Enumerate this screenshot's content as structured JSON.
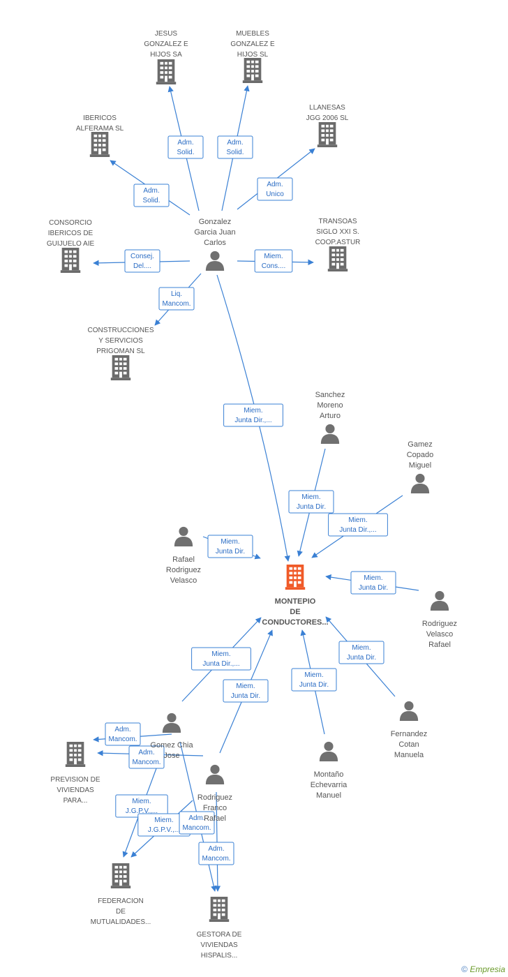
{
  "colors": {
    "edge": "#3a80d4",
    "company": "#6b6b6b",
    "company_main": "#f05a28",
    "person": "#707070",
    "label": "#555555"
  },
  "nodes": [
    {
      "id": "jesus",
      "type": "company",
      "lines": [
        "JESUS",
        "GONZALEZ E",
        "HIJOS SA"
      ]
    },
    {
      "id": "muebles",
      "type": "company",
      "lines": [
        "MUEBLES",
        "GONZALEZ E",
        "HIJOS SL"
      ]
    },
    {
      "id": "ibericos_alf",
      "type": "company",
      "lines": [
        "IBERICOS",
        "ALFERAMA SL"
      ]
    },
    {
      "id": "llanesas",
      "type": "company",
      "lines": [
        "LLANESAS",
        "JGG 2006 SL"
      ]
    },
    {
      "id": "consorcio",
      "type": "company",
      "lines": [
        "CONSORCIO",
        "IBERICOS DE",
        "GUIJUELO AIE"
      ]
    },
    {
      "id": "transoas",
      "type": "company",
      "lines": [
        "TRANSOAS",
        "SIGLO XXI S.",
        "COOP.ASTUR"
      ]
    },
    {
      "id": "gonzalez",
      "type": "person",
      "lines": [
        "Gonzalez",
        "Garcia Juan",
        "Carlos"
      ]
    },
    {
      "id": "construcciones",
      "type": "company",
      "lines": [
        "CONSTRUCCIONES",
        "Y SERVICIOS",
        "PRIGOMAN SL"
      ]
    },
    {
      "id": "sanchez",
      "type": "person",
      "lines": [
        "Sanchez",
        "Moreno",
        "Arturo"
      ]
    },
    {
      "id": "gamez",
      "type": "person",
      "lines": [
        "Gamez",
        "Copado",
        "Miguel"
      ]
    },
    {
      "id": "rafael_rv",
      "type": "person",
      "lines": [
        "Rafael",
        "Rodriguez",
        "Velasco"
      ]
    },
    {
      "id": "montepio",
      "type": "main",
      "lines": [
        "MONTEPIO",
        "DE",
        "CONDUCTORES..."
      ]
    },
    {
      "id": "rodriguez_vr",
      "type": "person",
      "lines": [
        "Rodriguez",
        "Velasco",
        "Rafael"
      ]
    },
    {
      "id": "fernandez",
      "type": "person",
      "lines": [
        "Fernandez",
        "Cotan",
        "Manuela"
      ]
    },
    {
      "id": "montano",
      "type": "person",
      "lines": [
        "Montaño",
        "Echevarria",
        "Manuel"
      ]
    },
    {
      "id": "gomez",
      "type": "person",
      "lines": [
        "Gomez Chia",
        "Jose"
      ]
    },
    {
      "id": "prevision",
      "type": "company",
      "lines": [
        "PREVISION DE",
        "VIVIENDAS",
        "PARA..."
      ]
    },
    {
      "id": "rodriguez_fr",
      "type": "person",
      "lines": [
        "Rodriguez",
        "Franco",
        "Rafael"
      ]
    },
    {
      "id": "federacion",
      "type": "company",
      "lines": [
        "FEDERACION",
        "DE",
        "MUTUALIDADES..."
      ]
    },
    {
      "id": "gestora",
      "type": "company",
      "lines": [
        "GESTORA DE",
        "VIVIENDAS",
        "HISPALIS..."
      ]
    }
  ],
  "relations": [
    {
      "id": "r1",
      "lines": [
        "Adm.",
        "Solid."
      ]
    },
    {
      "id": "r2",
      "lines": [
        "Adm.",
        "Solid."
      ]
    },
    {
      "id": "r3",
      "lines": [
        "Adm.",
        "Solid."
      ]
    },
    {
      "id": "r4",
      "lines": [
        "Adm.",
        "Unico"
      ]
    },
    {
      "id": "r5",
      "lines": [
        "Consej.",
        "Del...."
      ]
    },
    {
      "id": "r6",
      "lines": [
        "Miem.",
        "Cons...."
      ]
    },
    {
      "id": "r7",
      "lines": [
        "Liq.",
        "Mancom."
      ]
    },
    {
      "id": "r8",
      "lines": [
        "Miem.",
        "Junta Dir.,..."
      ]
    },
    {
      "id": "r9",
      "lines": [
        "Miem.",
        "Junta Dir."
      ]
    },
    {
      "id": "r10",
      "lines": [
        "Miem.",
        "Junta Dir.,..."
      ]
    },
    {
      "id": "r11",
      "lines": [
        "Miem.",
        "Junta Dir."
      ]
    },
    {
      "id": "r12",
      "lines": [
        "Miem.",
        "Junta Dir."
      ]
    },
    {
      "id": "r13",
      "lines": [
        "Miem.",
        "Junta Dir.,..."
      ]
    },
    {
      "id": "r14",
      "lines": [
        "Miem.",
        "Junta Dir."
      ]
    },
    {
      "id": "r15",
      "lines": [
        "Miem.",
        "Junta Dir."
      ]
    },
    {
      "id": "r16",
      "lines": [
        "Miem.",
        "Junta Dir."
      ]
    },
    {
      "id": "r17",
      "lines": [
        "Adm.",
        "Mancom."
      ]
    },
    {
      "id": "r18",
      "lines": [
        "Adm.",
        "Mancom."
      ]
    },
    {
      "id": "r19",
      "lines": [
        "Miem.",
        "J.G.P.V.,..."
      ]
    },
    {
      "id": "r20",
      "lines": [
        "Miem.",
        "J.G.P.V.,..."
      ]
    },
    {
      "id": "r21",
      "lines": [
        "Adm.",
        "Mancom."
      ]
    },
    {
      "id": "r22",
      "lines": [
        "Adm.",
        "Mancom."
      ]
    }
  ],
  "footer": {
    "copyright": "©",
    "brand": "Empresia"
  }
}
